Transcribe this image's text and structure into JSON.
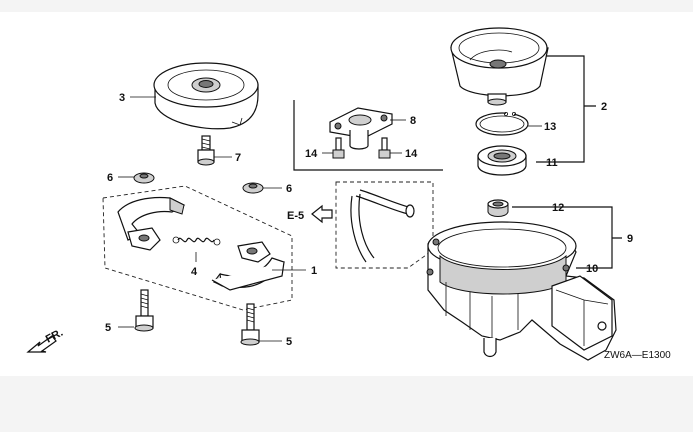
{
  "labels": {
    "p1": "1",
    "p2": "2",
    "p3": "3",
    "p4": "4",
    "p5a": "5",
    "p5b": "5",
    "p6a": "6",
    "p6b": "6",
    "p7": "7",
    "p8": "8",
    "p9": "9",
    "p10": "10",
    "p11": "11",
    "p12": "12",
    "p13": "13",
    "p14a": "14",
    "p14b": "14"
  },
  "ref": "E-5",
  "front": "FR.",
  "code": "ZW6A—E1300"
}
